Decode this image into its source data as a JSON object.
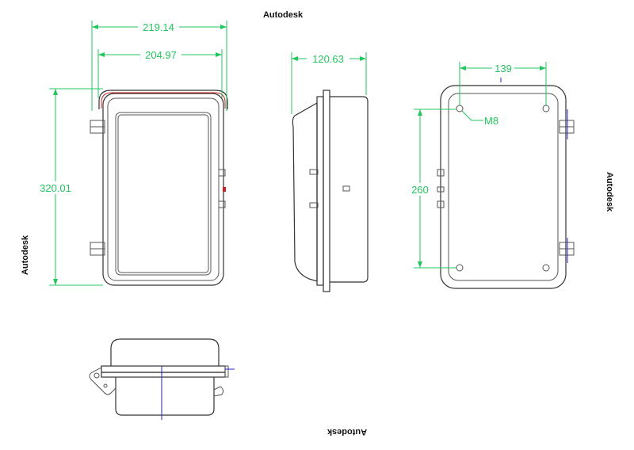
{
  "watermarks": {
    "top": "Autodesk",
    "left": "Autodesk",
    "right": "Autodesk",
    "bottom": "Autodesk"
  },
  "dimensions": {
    "overall_width": "219.14",
    "inner_width": "204.97",
    "height": "320.01",
    "depth": "120.63",
    "hole_spacing_x": "139",
    "hole_spacing_y": "260",
    "thread": "M8"
  },
  "colors": {
    "dimension": "#22c55e",
    "outline": "#555555",
    "axis": "#2222cc",
    "accent": "#cc2222"
  }
}
